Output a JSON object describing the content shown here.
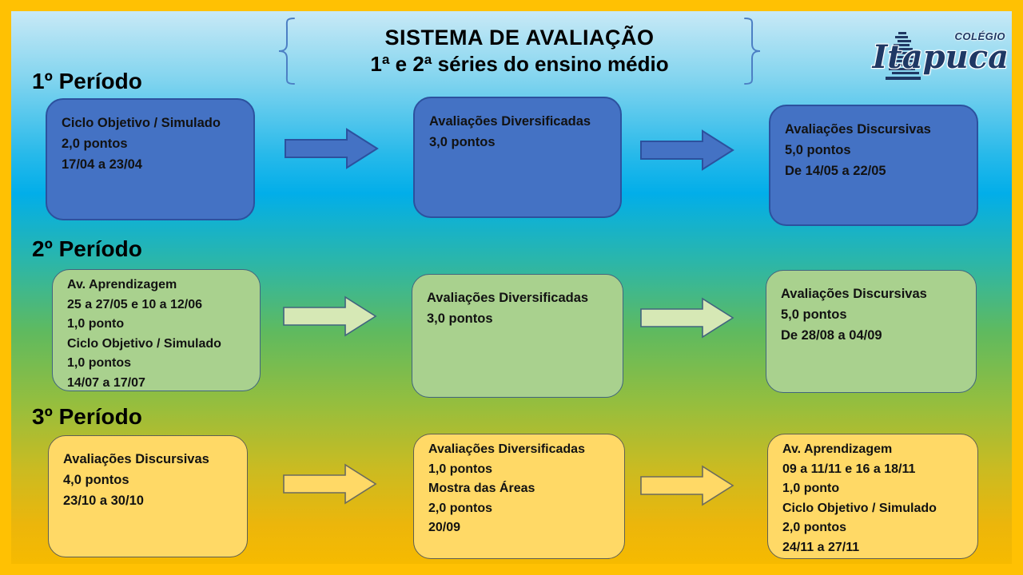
{
  "title": {
    "line1": "SISTEMA DE AVALIAÇÃO",
    "line2": "1ª e 2ª séries do ensino médio"
  },
  "logo": {
    "school_type": "COLÉGIO",
    "school_name": "Itapuca"
  },
  "colors": {
    "frame_border": "#FFC103",
    "period1_box_fill": "#4472C4",
    "period1_box_border": "#2C519E",
    "period2_box_fill": "#A9D18E",
    "period2_box_border": "#41647F",
    "period3_box_fill": "#FFD966",
    "period3_box_border": "#5E5E52",
    "period2_arrow_fill": "#D6E8B5",
    "logo_navy": "#1F3864",
    "background_top": "#C8E9F6",
    "background_mid_blue": "#02AEE9",
    "background_mid_green": "#5FBA5F",
    "background_bottom": "#F6BA00"
  },
  "periods": [
    {
      "label": "1º Período",
      "boxes": [
        {
          "lines": [
            "Ciclo Objetivo / Simulado",
            "2,0 pontos",
            "17/04 a 23/04"
          ]
        },
        {
          "lines": [
            "Avaliações Diversificadas",
            "3,0 pontos"
          ]
        },
        {
          "lines": [
            "Avaliações Discursivas",
            "5,0 pontos",
            "De 14/05 a 22/05"
          ]
        }
      ]
    },
    {
      "label": "2º Período",
      "boxes": [
        {
          "lines": [
            "Av. Aprendizagem",
            "25 a 27/05 e 10 a 12/06",
            "1,0 ponto",
            "Ciclo Objetivo / Simulado",
            "1,0 pontos",
            "14/07 a 17/07"
          ]
        },
        {
          "lines": [
            "Avaliações Diversificadas",
            "3,0 pontos"
          ]
        },
        {
          "lines": [
            "Avaliações Discursivas",
            "5,0 pontos",
            "De 28/08 a 04/09"
          ]
        }
      ]
    },
    {
      "label": "3º Período",
      "boxes": [
        {
          "lines": [
            "Avaliações Discursivas",
            "4,0 pontos",
            "23/10 a 30/10"
          ]
        },
        {
          "lines": [
            "Avaliações Diversificadas",
            "1,0 pontos",
            "Mostra das Áreas",
            "2,0 pontos",
            "20/09"
          ]
        },
        {
          "lines": [
            "Av. Aprendizagem",
            "09 a 11/11 e 16 a 18/11",
            "1,0 ponto",
            "Ciclo Objetivo / Simulado",
            "2,0 pontos",
            "24/11 a 27/11"
          ]
        }
      ]
    }
  ]
}
